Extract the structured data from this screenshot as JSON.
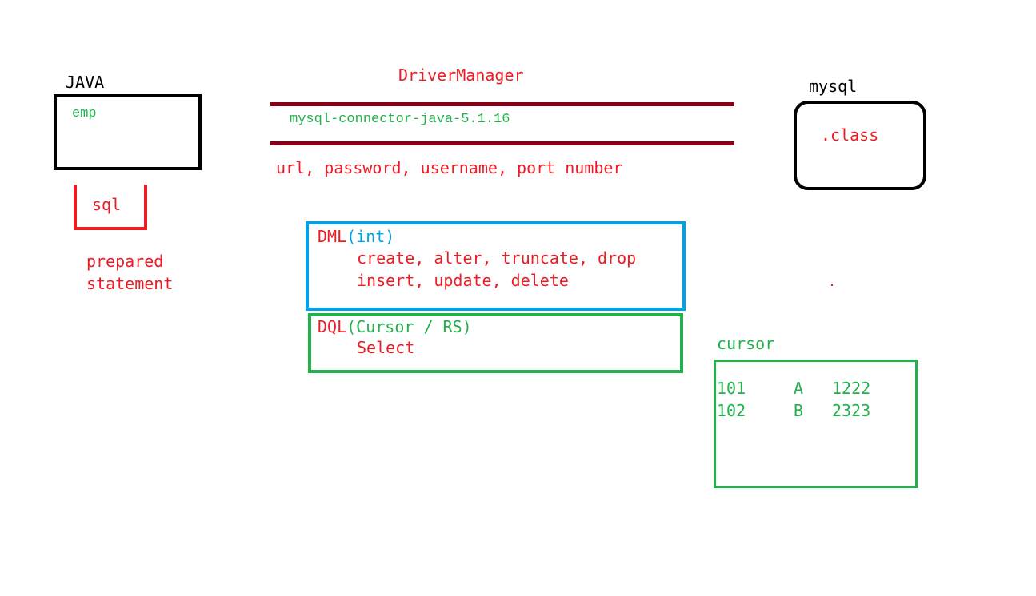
{
  "java": {
    "label": "JAVA",
    "inner": "emp"
  },
  "sql": {
    "label": "sql",
    "note_line1": "prepared",
    "note_line2": "statement"
  },
  "driver": {
    "title": "DriverManager",
    "connector": "mysql-connector-java-5.1.16",
    "params": "url, password, username, port number"
  },
  "mysql": {
    "label": "mysql",
    "inner": ".class"
  },
  "dml": {
    "keyword": "DML",
    "type": "(int)",
    "line1": "create, alter, truncate, drop",
    "line2": "insert, update, delete"
  },
  "dql": {
    "keyword": "DQL",
    "type": "(Cursor / RS)",
    "line1": "Select"
  },
  "cursor": {
    "label": "cursor",
    "rows": [
      [
        "101",
        "A",
        "1222"
      ],
      [
        "102",
        "B",
        "2323"
      ]
    ]
  },
  "colors": {
    "black": "#000000",
    "red": "#ed1c24",
    "green": "#22b14c",
    "blue": "#00a2e8",
    "maroon": "#880015"
  }
}
